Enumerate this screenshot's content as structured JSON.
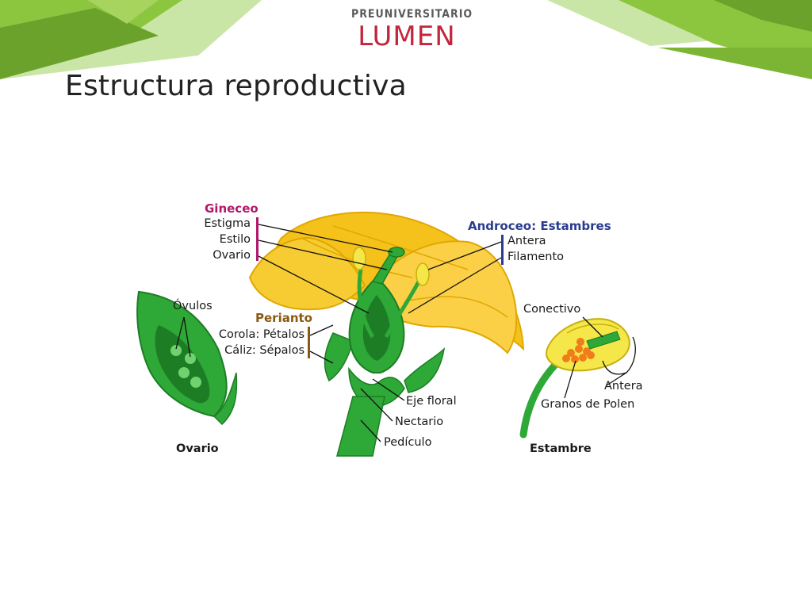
{
  "header": {
    "logo_top": "PREUNIVERSITARIO",
    "logo_main": "LUMEN",
    "accent_colors": [
      "#8cc63f",
      "#6aa22b",
      "#c5e3a0"
    ]
  },
  "slide": {
    "title": "Estructura reproductiva"
  },
  "diagram": {
    "colors": {
      "petal": "#f5c21b",
      "petal_dark": "#e0a800",
      "green": "#2ea836",
      "green_dark": "#1d7d25",
      "gineceo": "#b0176a",
      "perianto": "#8a5a10",
      "androceo": "#2a3c8f",
      "pollen": "#f07d1a"
    },
    "gineceo": {
      "header": "Gineceo",
      "items": [
        "Estigma",
        "Estilo",
        "Ovario"
      ]
    },
    "androceo": {
      "header": "Androceo: Estambres",
      "items": [
        "Antera",
        "Filamento"
      ]
    },
    "perianto": {
      "header": "Perianto",
      "items": [
        "Corola: Pétalos",
        "Cáliz: Sépalos"
      ]
    },
    "ovario_panel": {
      "label": "Óvulos",
      "caption": "Ovario"
    },
    "flower_base": {
      "items": [
        "Eje floral",
        "Nectario",
        "Pedículo"
      ]
    },
    "estambre_panel": {
      "conectivo": "Conectivo",
      "antera": "Antera",
      "granos": "Granos de Polen",
      "caption": "Estambre"
    }
  }
}
